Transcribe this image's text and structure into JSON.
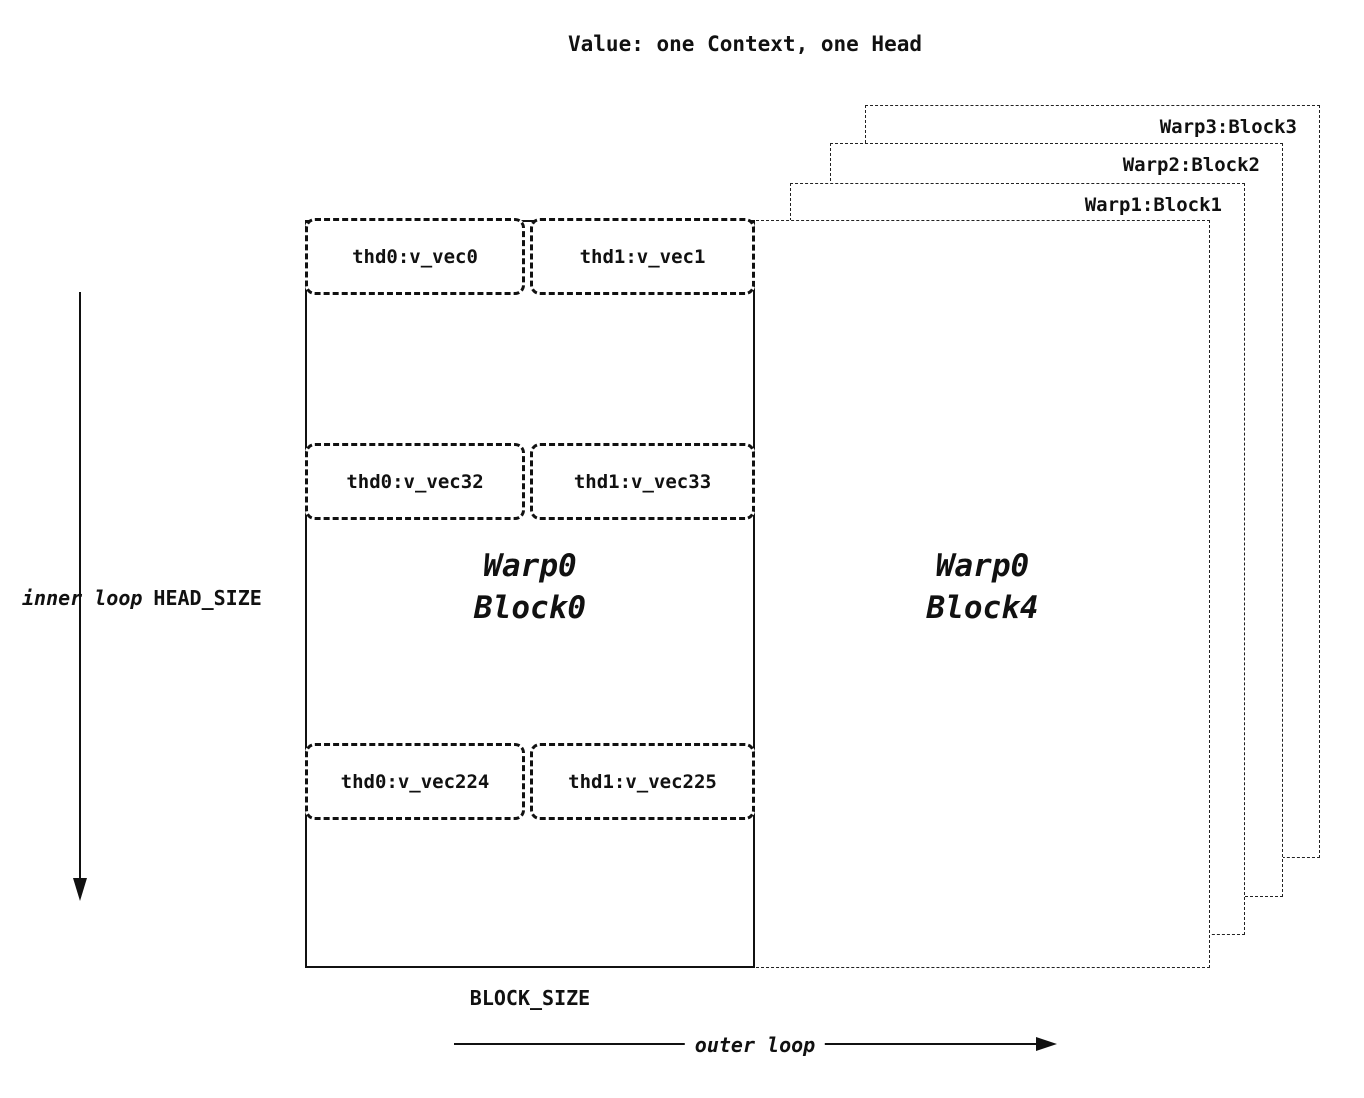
{
  "title": "Value: one Context, one Head",
  "back_blocks": [
    {
      "label": "Warp1:Block1"
    },
    {
      "label": "Warp2:Block2"
    },
    {
      "label": "Warp3:Block3"
    }
  ],
  "front": {
    "block0": {
      "line1": "Warp0",
      "line2": "Block0"
    },
    "block4": {
      "line1": "Warp0",
      "line2": "Block4"
    }
  },
  "thread_rows": [
    {
      "left": "thd0:v_vec0",
      "right": "thd1:v_vec1"
    },
    {
      "left": "thd0:v_vec32",
      "right": "thd1:v_vec33"
    },
    {
      "left": "thd0:v_vec224",
      "right": "thd1:v_vec225"
    }
  ],
  "axes": {
    "inner_loop": "inner loop",
    "head_size": "HEAD_SIZE",
    "block_size": "BLOCK_SIZE",
    "outer_loop": "outer loop"
  },
  "colors": {
    "ink": "#111111",
    "background": "#ffffff"
  }
}
